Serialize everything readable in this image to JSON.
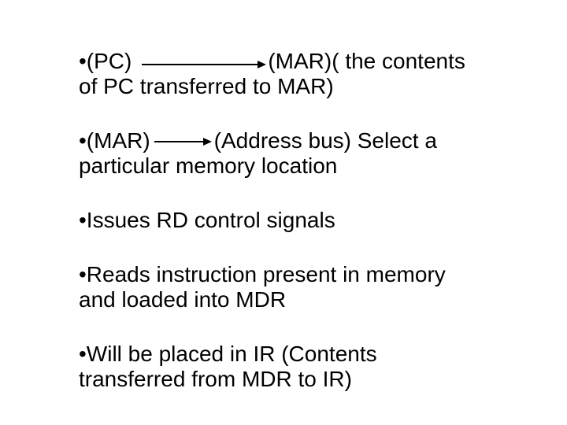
{
  "slide": {
    "background_color": "#ffffff",
    "text_color": "#000000",
    "arrow_color": "#000000",
    "bullets": {
      "pc_to_mar": {
        "pre": "•(PC)",
        "arrow": "right-arrow",
        "post": "(MAR)( the contents",
        "line2": "of PC transferred to MAR)"
      },
      "mar_to_bus": {
        "pre": "•(MAR)",
        "arrow": "right-arrow",
        "post": "(Address bus) Select a",
        "line2": "particular memory location"
      },
      "rd_signals": {
        "line1": "•Issues RD control signals"
      },
      "reads_instruction": {
        "line1": "•Reads instruction present in memory",
        "line2": "and loaded into MDR"
      },
      "placed_in_ir": {
        "line1": "•Will be placed in IR (Contents",
        "line2": "transferred from MDR to IR)"
      }
    }
  }
}
